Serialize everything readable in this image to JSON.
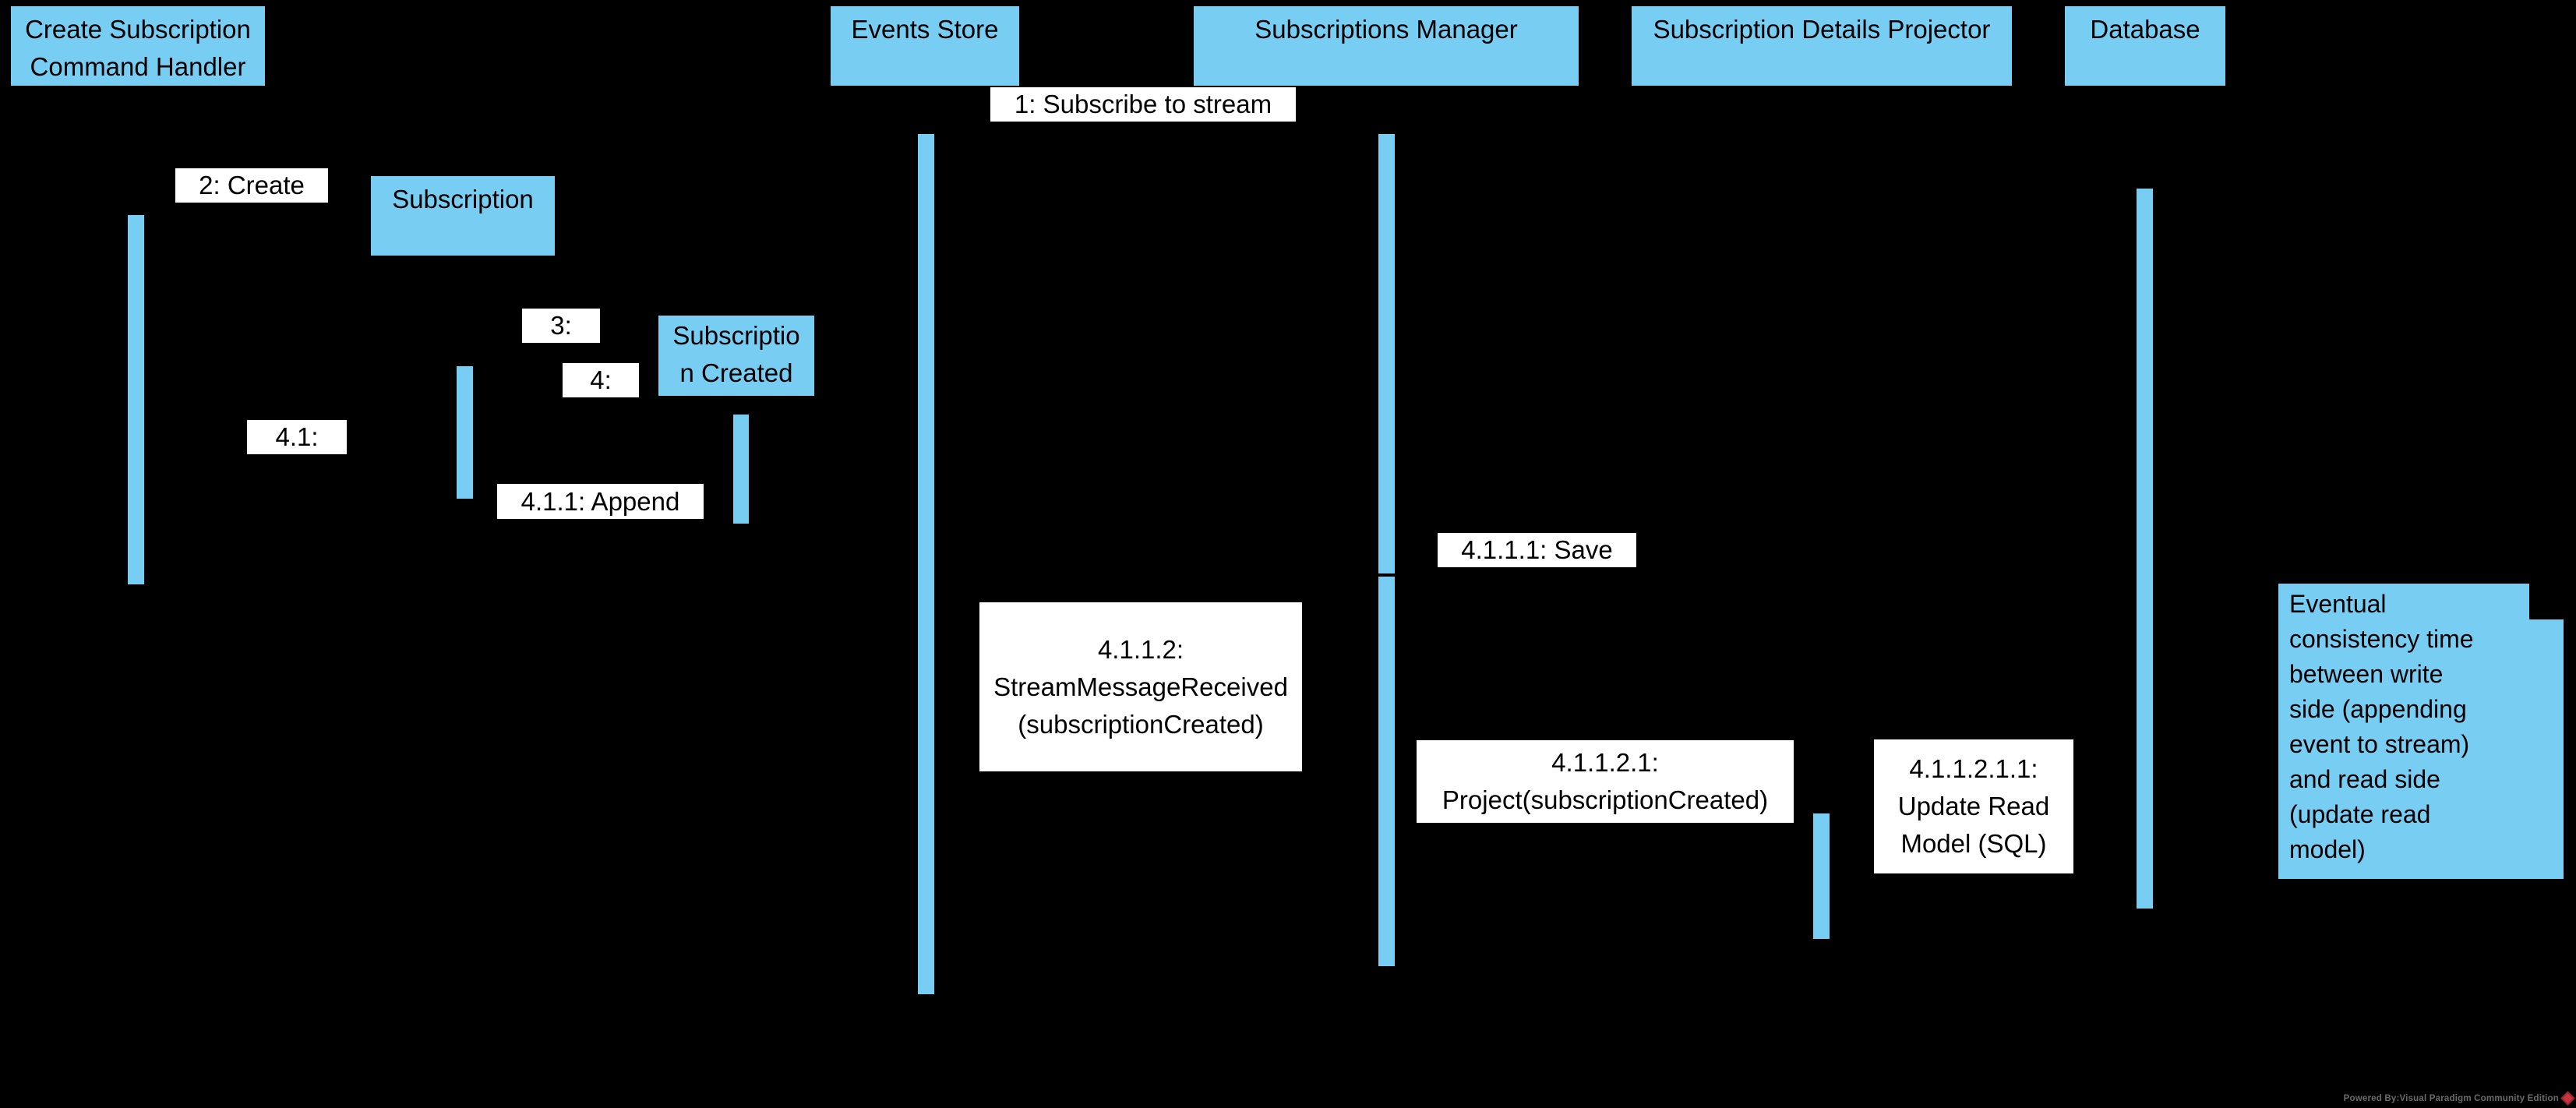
{
  "diagram": {
    "type": "uml-sequence-diagram",
    "colors": {
      "background": "#000000",
      "node_fill": "#78CDF2",
      "label_fill": "#FFFFFF",
      "text": "#000000",
      "footer_text": "#6b6b6b",
      "logo_red": "#c9353f"
    },
    "lifelines": [
      {
        "label": "Create Subscription Command Handler",
        "lines": [
          "Create Subscription",
          "Command Handler"
        ]
      },
      {
        "label": "Events Store",
        "lines": [
          "Events Store"
        ]
      },
      {
        "label": "Subscriptions Manager",
        "lines": [
          "Subscriptions Manager"
        ]
      },
      {
        "label": "Subscription Details Projector",
        "lines": [
          "Subscription Details Projector"
        ]
      },
      {
        "label": "Database",
        "lines": [
          "Database"
        ]
      }
    ],
    "objects": [
      {
        "label": "Subscription",
        "lines": [
          "Subscription"
        ]
      },
      {
        "label": "Subscriptio n Created",
        "lines": [
          "Subscriptio",
          "n Created"
        ]
      }
    ],
    "messages": [
      {
        "label": "1: Subscribe to stream",
        "lines": [
          "1: Subscribe to stream"
        ]
      },
      {
        "label": "2: Create",
        "lines": [
          "2: Create"
        ]
      },
      {
        "label": "3:",
        "lines": [
          "3:"
        ]
      },
      {
        "label": "4:",
        "lines": [
          "4:"
        ]
      },
      {
        "label": "4.1:",
        "lines": [
          "4.1:"
        ]
      },
      {
        "label": "4.1.1: Append",
        "lines": [
          "4.1.1: Append"
        ]
      },
      {
        "label": "4.1.1.1: Save",
        "lines": [
          "4.1.1.1: Save"
        ]
      },
      {
        "label": "4.1.1.2: StreamMessageReceived (subscriptionCreated)",
        "lines": [
          "4.1.1.2:",
          "StreamMessageReceived",
          "(subscriptionCreated)"
        ]
      },
      {
        "label": "4.1.1.2.1: Project(subscriptionCreated)",
        "lines": [
          "4.1.1.2.1:",
          "Project(subscriptionCreated)"
        ]
      },
      {
        "label": "4.1.1.2.1.1: Update Read Model (SQL)",
        "lines": [
          "4.1.1.2.1.1:",
          "Update Read",
          "Model (SQL)"
        ]
      }
    ],
    "note": {
      "label": "Eventual consistency time between write side (appending event to stream) and read side (update read model)",
      "lines": [
        "Eventual",
        "consistency time",
        "between write",
        "side (appending",
        "event to stream)",
        "and read side",
        "(update read",
        "model)"
      ]
    },
    "footer": {
      "text": "Powered By:Visual Paradigm Community Edition"
    }
  }
}
